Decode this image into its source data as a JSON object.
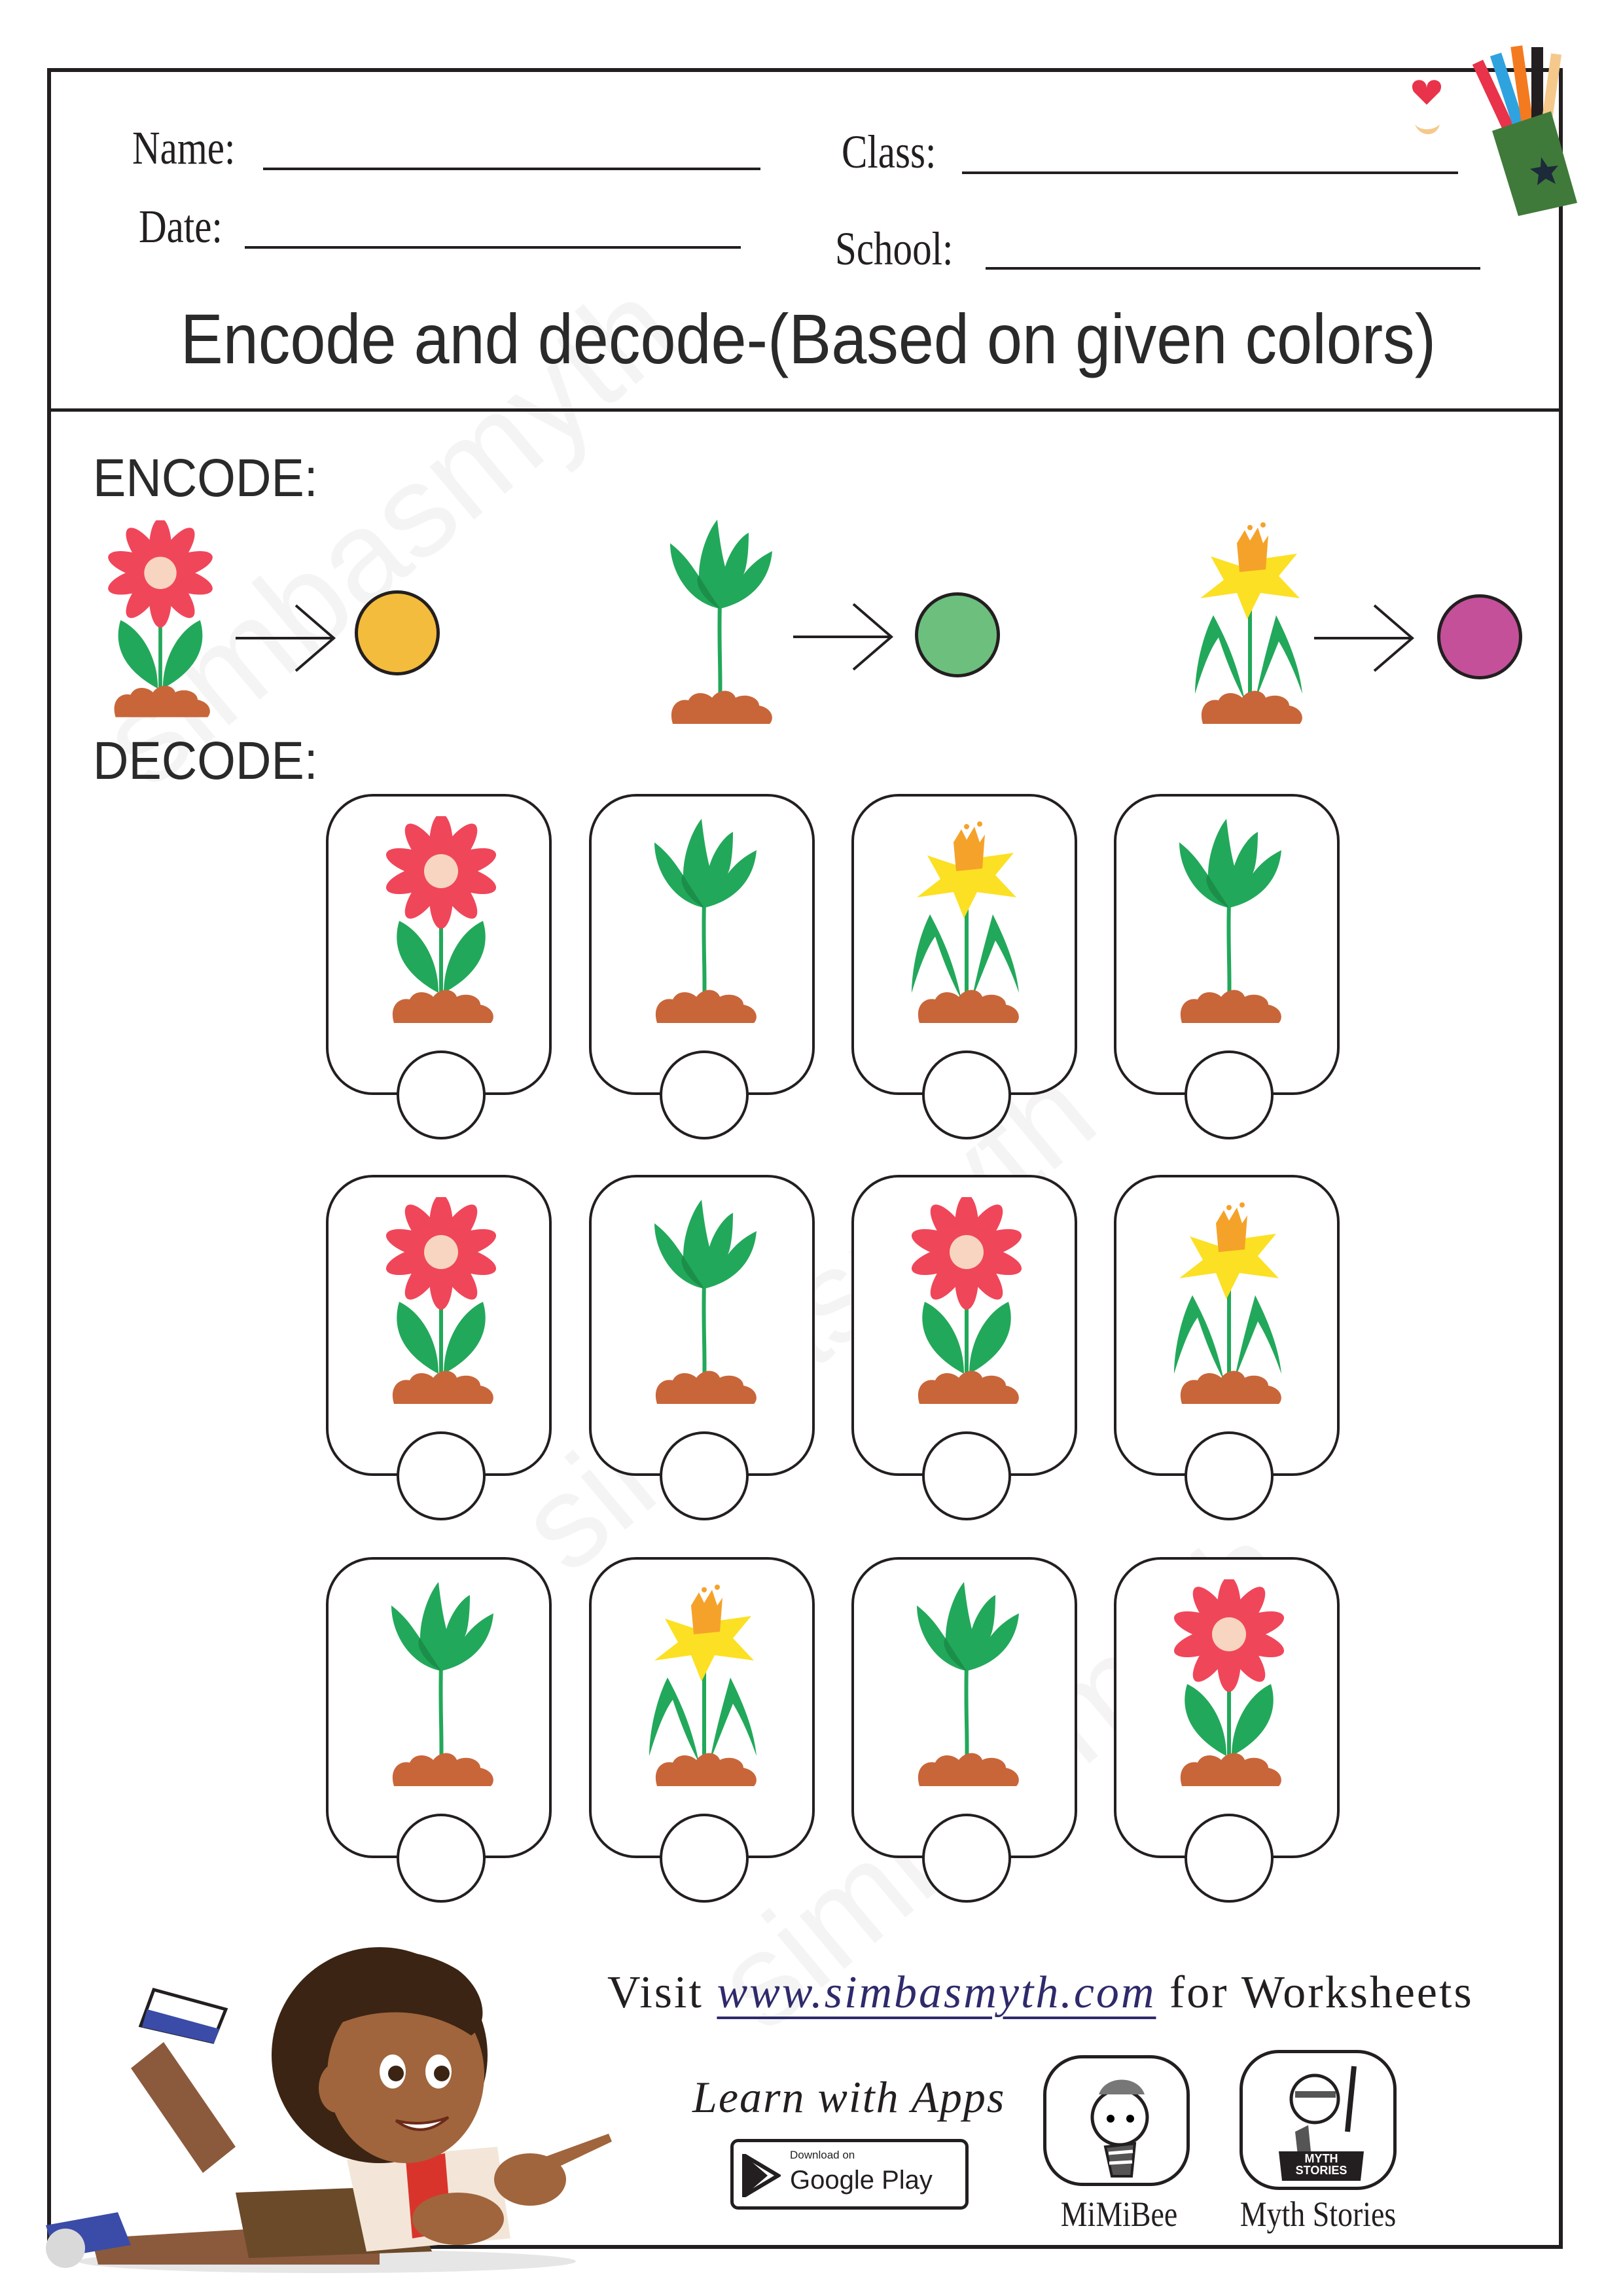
{
  "header": {
    "name_label": "Name:",
    "class_label": "Class:",
    "date_label": "Date:",
    "school_label": "School:",
    "title": "Encode and decode-(Based on given colors)"
  },
  "encode": {
    "heading": "ENCODE:",
    "key": [
      {
        "plant": "flower",
        "color": "#F4BC3C"
      },
      {
        "plant": "sprout",
        "color": "#6DBF7E"
      },
      {
        "plant": "daffodil",
        "color": "#C4509A"
      }
    ]
  },
  "decode": {
    "heading": "DECODE:",
    "rows": [
      [
        "flower",
        "sprout",
        "daffodil",
        "sprout"
      ],
      [
        "flower",
        "sprout",
        "flower",
        "daffodil"
      ],
      [
        "sprout",
        "daffodil",
        "sprout",
        "flower"
      ]
    ]
  },
  "footer": {
    "visit_prefix": "Visit",
    "website": "www.simbasmyth.com",
    "visit_suffix": "for Worksheets",
    "learn_with_apps": "Learn with Apps",
    "google_play_small": "Download on",
    "google_play_big": "Google Play",
    "apps": [
      {
        "label": "MiMiBee"
      },
      {
        "label": "Myth Stories",
        "badge": "MYTH STORIES"
      }
    ]
  },
  "watermark": "simbasmyth",
  "colors": {
    "ink": "#231f20",
    "link": "#2e2a6b",
    "soil": "#C8663A",
    "leaf": "#22A85A",
    "petal": "#F0465A",
    "daffodil": "#FCE023"
  }
}
